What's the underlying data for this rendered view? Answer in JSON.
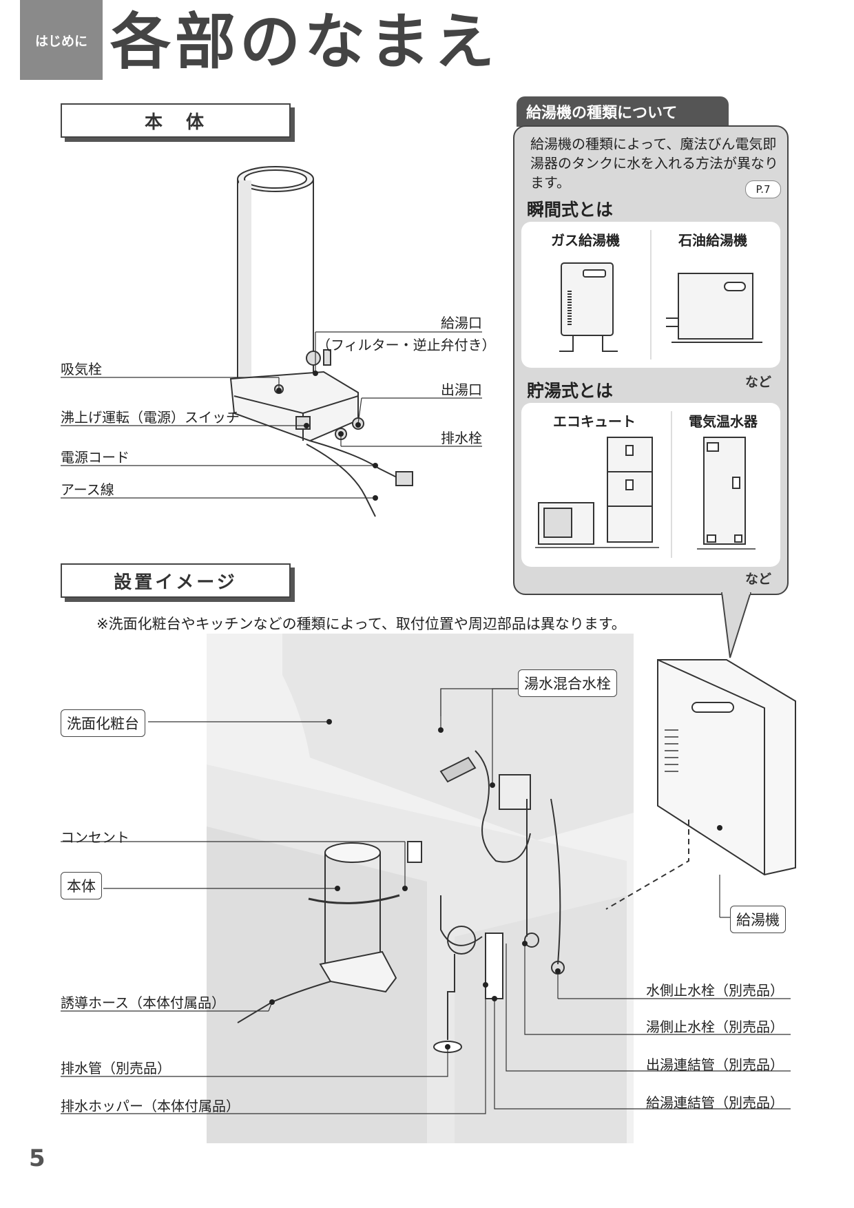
{
  "header": {
    "tab": "はじめに",
    "title": "各部のなまえ"
  },
  "sections": {
    "body": "本　体",
    "install": "設置イメージ"
  },
  "body_labels": {
    "supply_inlet": "給湯口",
    "supply_inlet_note": "（フィルター・逆止弁付き）",
    "intake_plug": "吸気栓",
    "outlet": "出湯口",
    "boil_switch": "沸上げ運転（電源）スイッチ",
    "drain_plug": "排水栓",
    "power_cord": "電源コード",
    "earth_wire": "アース線"
  },
  "heater_types": {
    "title": "給湯機の種類について",
    "text": "給湯機の種類によって、魔法びん電気即湯器のタンクに水を入れる方法が異なります。",
    "page_ref": "P.7",
    "instant": {
      "heading": "瞬間式とは",
      "items": [
        "ガス給湯機",
        "石油給湯機"
      ],
      "etc": "など"
    },
    "storage": {
      "heading": "貯湯式とは",
      "items": [
        "エコキュート",
        "電気温水器"
      ],
      "etc": "など"
    }
  },
  "install_note": "※洗面化粧台やキッチンなどの種類によって、取付位置や周辺部品は異なります。",
  "install_labels": {
    "vanity": "洗面化粧台",
    "mixer": "湯水混合水栓",
    "outlet_socket": "コンセント",
    "main_unit": "本体",
    "heater": "給湯機",
    "guide_hose": "誘導ホース（本体付属品）",
    "drain_pipe": "排水管（別売品）",
    "drain_hopper": "排水ホッパー（本体付属品）",
    "water_stop": "水側止水栓（別売品）",
    "hot_stop": "湯側止水栓（別売品）",
    "outlet_pipe": "出湯連結管（別売品）",
    "supply_pipe": "給湯連結管（別売品）"
  },
  "page_number": "5"
}
